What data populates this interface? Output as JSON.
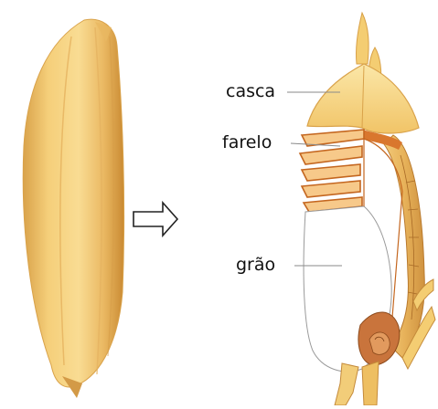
{
  "labels": {
    "casca": "casca",
    "farelo": "farelo",
    "grao": "grão"
  },
  "icons": {
    "arrow": "outline-right-arrow-icon"
  },
  "colors": {
    "husk_light": "#f6d77f",
    "husk_mid": "#eebd5c",
    "husk_dark": "#c98a32",
    "bran_orange": "#e08a3c",
    "bran_light": "#f7c98a",
    "germ_brown": "#c5703a",
    "line_gray": "#8a8a8a"
  }
}
